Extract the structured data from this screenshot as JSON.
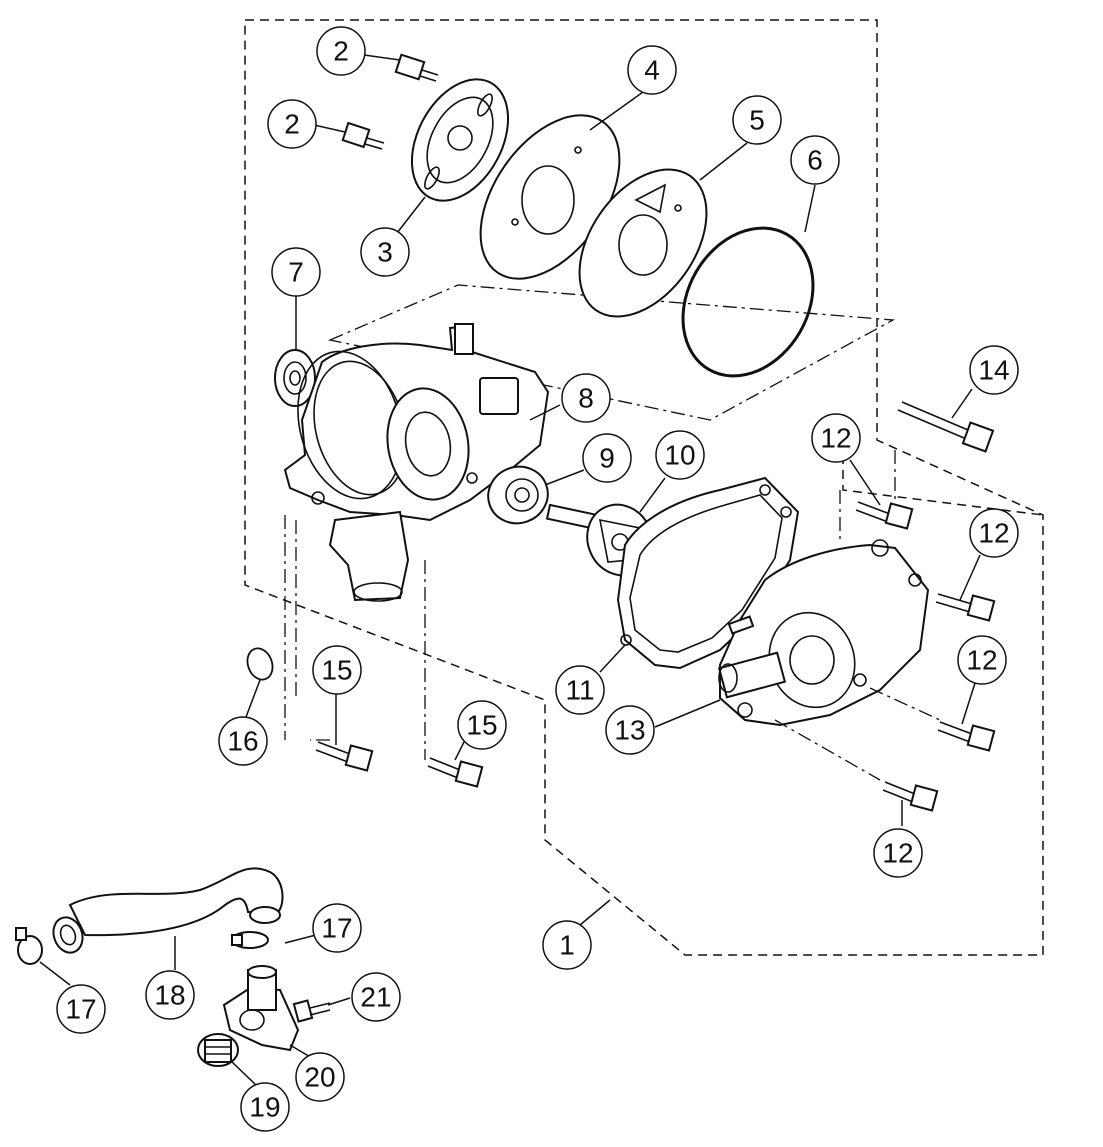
{
  "callouts": {
    "c1": "1",
    "c2a": "2",
    "c2b": "2",
    "c3": "3",
    "c4": "4",
    "c5": "5",
    "c6": "6",
    "c7": "7",
    "c8": "8",
    "c9": "9",
    "c10": "10",
    "c11": "11",
    "c12a": "12",
    "c12b": "12",
    "c12c": "12",
    "c12d": "12",
    "c13": "13",
    "c14": "14",
    "c15a": "15",
    "c15b": "15",
    "c16": "16",
    "c17a": "17",
    "c17b": "17",
    "c18": "18",
    "c19": "19",
    "c20": "20",
    "c21": "21"
  }
}
